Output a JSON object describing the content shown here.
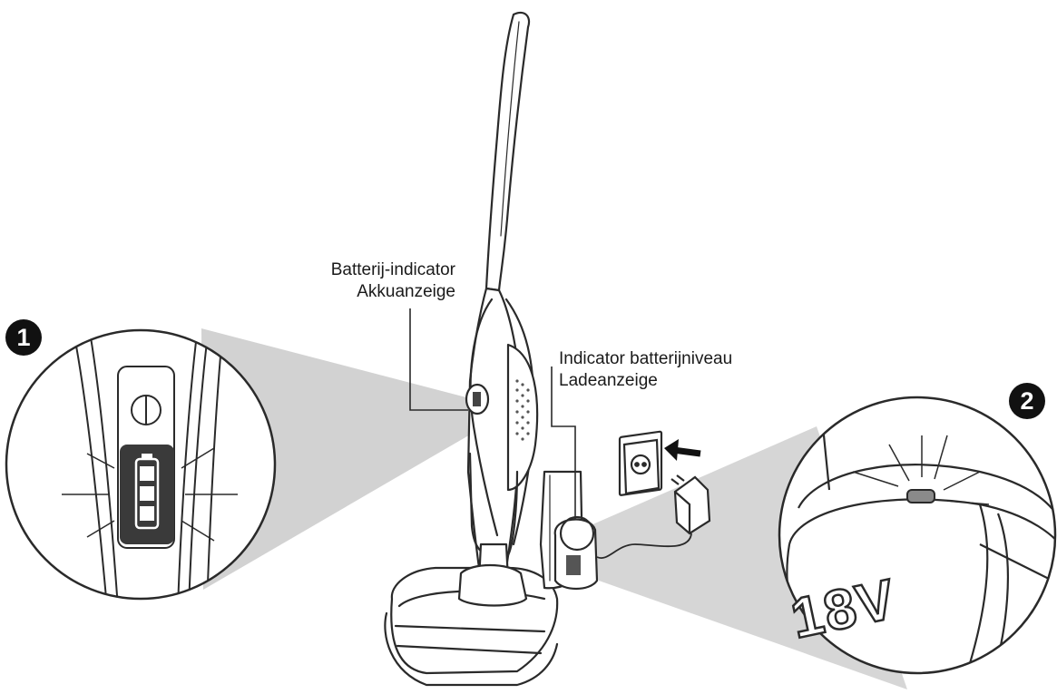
{
  "callouts": {
    "step_1": "1",
    "step_2": "2"
  },
  "labels": {
    "battery_indicator_nl": "Batterij-indicator",
    "battery_indicator_de": "Akkuanzeige",
    "charge_indicator_nl": "Indicator batterijniveau",
    "charge_indicator_de": "Ladeanzeige"
  },
  "battery_pack": {
    "voltage": "18V"
  },
  "colors": {
    "line": "#2a2a2a",
    "beam": "#cfcfcf",
    "indicator_panel": "#3a3a3a",
    "background": "#ffffff"
  }
}
